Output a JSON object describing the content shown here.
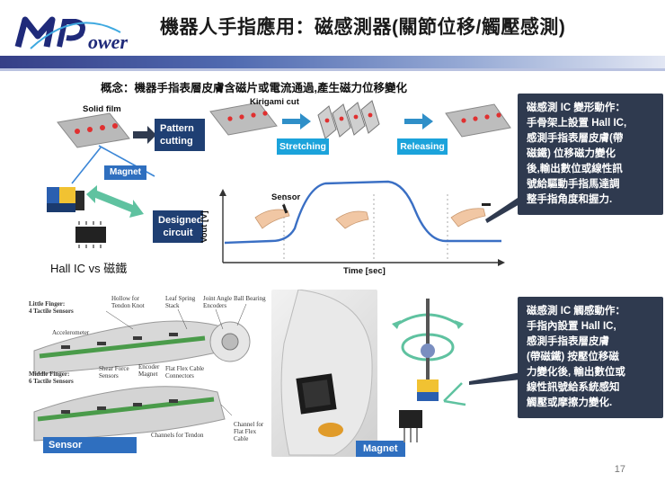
{
  "header": {
    "logo_text": "MPower",
    "title": "機器人手指應用：磁感測器(關節位移/觸壓感測)"
  },
  "concept": "概念：機器手指表層皮膚含磁片或電流通過,產生磁力位移變化",
  "diagram_top": {
    "solid_film": "Solid film",
    "pattern_cutting": "Pattern cutting",
    "kirigami_cut": "Kirigami cut",
    "stretching": "Stretching",
    "releasing": "Releasing",
    "magnet": "Magnet",
    "designed_circuit": "Designed circuit",
    "sensor": "Sensor",
    "ylabel": "Vout [V]",
    "xlabel": "Time [sec]",
    "hall_ic_vs": "Hall IC vs 磁鐵"
  },
  "callout_1": {
    "lines": [
      "磁感測 IC 變形動作：",
      "手骨架上設置 Hall IC,",
      "感測手指表層皮膚(帶",
      "磁鐵) 位移磁力變化",
      "後,輸出數位或線性訊",
      "號給驅動手指馬達調",
      "整手指角度和握力."
    ]
  },
  "diagram_bottom": {
    "little_finger": "Little Finger:",
    "little_sensors": "4 Tactile Sensors",
    "middle_finger": "Middle Finger:",
    "middle_sensors": "6 Tactile Sensors",
    "hollow": "Hollow for",
    "tendon_knot": "Tendon Knot",
    "leaf_spring": "Leaf Spring",
    "stack": "Stack",
    "joint_angle": "Joint Angle",
    "encoders": "Encoders",
    "ball_bearing": "Ball Bearing",
    "accelerometer": "Accelerometer",
    "shear_force": "Shear Force",
    "sensors": "Sensors",
    "encoder": "Encoder",
    "magnet_lbl": "Magnet",
    "flat_flex": "Flat Flex Cable",
    "connectors": "Connectors",
    "channel_for": "Channel for",
    "flat_flex_cable": "Flat Flex Cable",
    "channels_tendon": "Channels for Tendon",
    "sensor_label": "Sensor",
    "magnet_label": "Magnet"
  },
  "callout_2": {
    "lines": [
      "磁感測 IC 觸感動作：",
      "手指內設置 Hall IC,",
      "感測手指表層皮膚",
      "(帶磁鐵) 按壓位移磁",
      "力變化後, 輸出數位或",
      "線性訊號給系統感知",
      "觸壓或摩擦力變化."
    ]
  },
  "page_number": "17",
  "colors": {
    "navy": "#1f3f73",
    "cyan": "#1ba3db",
    "callout": "#2f3a4f",
    "curve": "#3a6fc4"
  }
}
